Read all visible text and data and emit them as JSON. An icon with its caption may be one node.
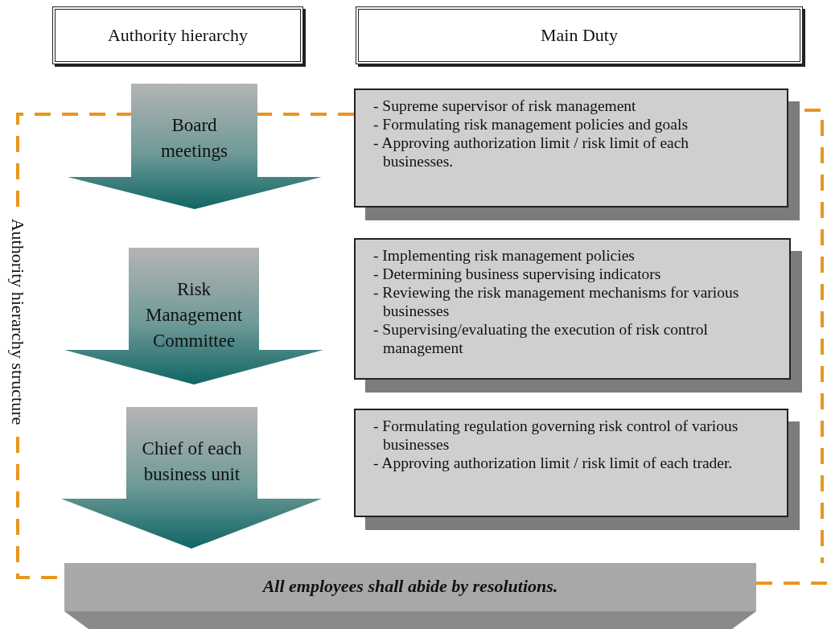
{
  "diagram": {
    "nodes": [
      {
        "text": [
          "Authority hierarchy"
        ]
      },
      {
        "text": [
          "Main Duty"
        ]
      },
      {
        "text": [
          "Board meetings"
        ]
      },
      {
        "text": [
          "- Supreme supervisor of risk management",
          "- Formulating risk management policies and goals",
          "- Approving authorization limit / risk limit of each businesses."
        ]
      },
      {
        "text": [
          "Risk Management Committee"
        ]
      },
      {
        "text": [
          "- Implementing risk management policies",
          "- Determining business supervising indicators",
          "- Reviewing the risk management mechanisms for various businesses",
          "- Supervising/evaluating the execution of risk control management"
        ]
      },
      {
        "text": [
          "Chief of each business unit"
        ]
      },
      {
        "text": [
          "- Formulating regulation governing risk control of various businesses",
          "- Approving authorization limit / risk limit of each trader."
        ]
      },
      {
        "text": [
          "All employees shall abide by resolutions."
        ]
      }
    ],
    "labels": [
      "Authority hierarchy structure"
    ]
  }
}
